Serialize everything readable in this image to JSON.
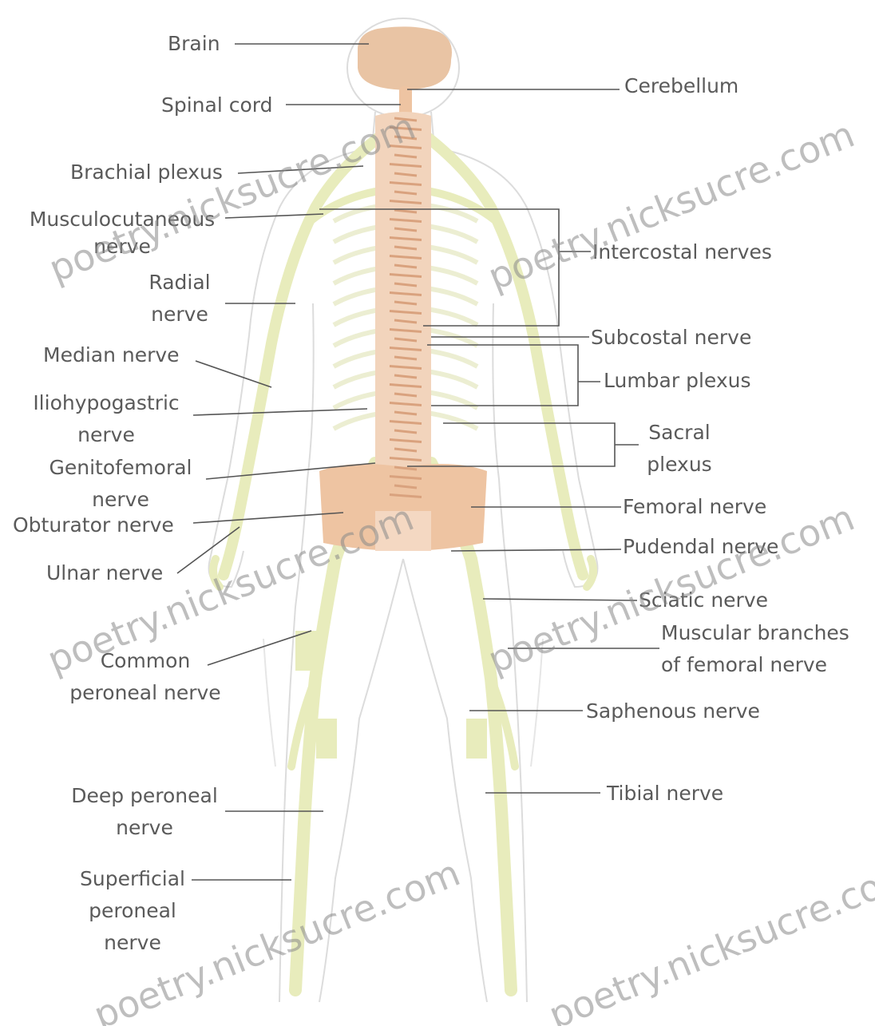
{
  "labels": {
    "brain": "Brain",
    "spinal_cord": "Spinal cord",
    "brachial_plexus": "Brachial plexus",
    "musculocutaneous": [
      "Musculocutaneous",
      "nerve"
    ],
    "radial": [
      "Radial",
      "nerve"
    ],
    "median": "Median nerve",
    "iliohypogastric": [
      "Iliohypogastric",
      "nerve"
    ],
    "genitofemoral": [
      "Genitofemoral",
      "nerve"
    ],
    "obturator": "Obturator nerve",
    "ulnar": "Ulnar nerve",
    "common_peroneal": [
      "Common",
      "peroneal nerve"
    ],
    "deep_peroneal": [
      "Deep peroneal",
      "nerve"
    ],
    "superficial_peroneal": [
      "Superficial",
      "peroneal",
      "nerve"
    ],
    "cerebellum": "Cerebellum",
    "intercostal": "Intercostal nerves",
    "subcostal": "Subcostal nerve",
    "lumbar_plexus": "Lumbar plexus",
    "sacral_plexus": [
      "Sacral",
      "plexus"
    ],
    "femoral": "Femoral nerve",
    "pudendal": "Pudendal nerve",
    "sciatic": "Sciatic nerve",
    "muscular_branches": [
      "Muscular branches",
      "of femoral nerve"
    ],
    "saphenous": "Saphenous nerve",
    "tibial": "Tibial nerve"
  },
  "watermark": "poetry.nicksucre.com",
  "colors": {
    "brain": "#e9c4a4",
    "spine": "#eec4a2",
    "nerve": "#e8ecbc",
    "body_outline": "#d8d8d8",
    "leader": "#555555",
    "text": "#5a5a5a"
  }
}
